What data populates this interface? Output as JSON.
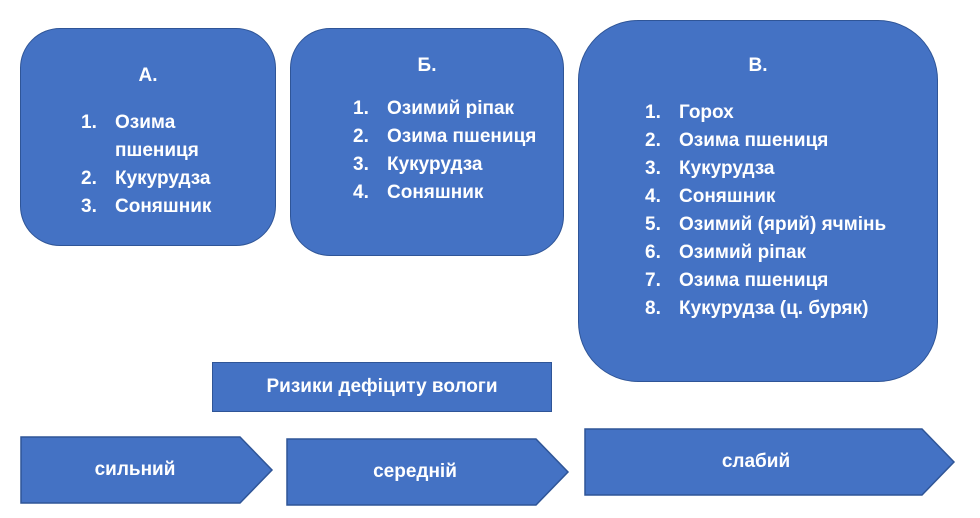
{
  "boxes": [
    {
      "title": "А.",
      "items": [
        {
          "num": "1.",
          "text": "Озима пшениця"
        },
        {
          "num": "2.",
          "text": "Кукурудза"
        },
        {
          "num": "3.",
          "text": "Соняшник"
        }
      ]
    },
    {
      "title": "Б.",
      "items": [
        {
          "num": "1.",
          "text": "Озимий ріпак"
        },
        {
          "num": "2.",
          "text": "Озима пшениця"
        },
        {
          "num": "3.",
          "text": "Кукурудза"
        },
        {
          "num": "4.",
          "text": "Соняшник"
        }
      ]
    },
    {
      "title": "В.",
      "items": [
        {
          "num": "1.",
          "text": "Горох"
        },
        {
          "num": "2.",
          "text": "Озима пшениця"
        },
        {
          "num": "3.",
          "text": "Кукурудза"
        },
        {
          "num": "4.",
          "text": "Соняшник"
        },
        {
          "num": "5.",
          "text": "Озимий (ярий) ячмінь"
        },
        {
          "num": "6.",
          "text": "Озимий ріпак"
        },
        {
          "num": "7.",
          "text": "Озима пшениця"
        },
        {
          "num": "8.",
          "text": "Кукурудза (ц. буряк)"
        }
      ]
    }
  ],
  "risk_label": "Ризики дефіциту вологи",
  "levels": [
    "сильний",
    "середній",
    "слабий"
  ],
  "colors": {
    "fill": "#4472C4",
    "border": "#2F5597",
    "text": "#FFFFFF"
  }
}
